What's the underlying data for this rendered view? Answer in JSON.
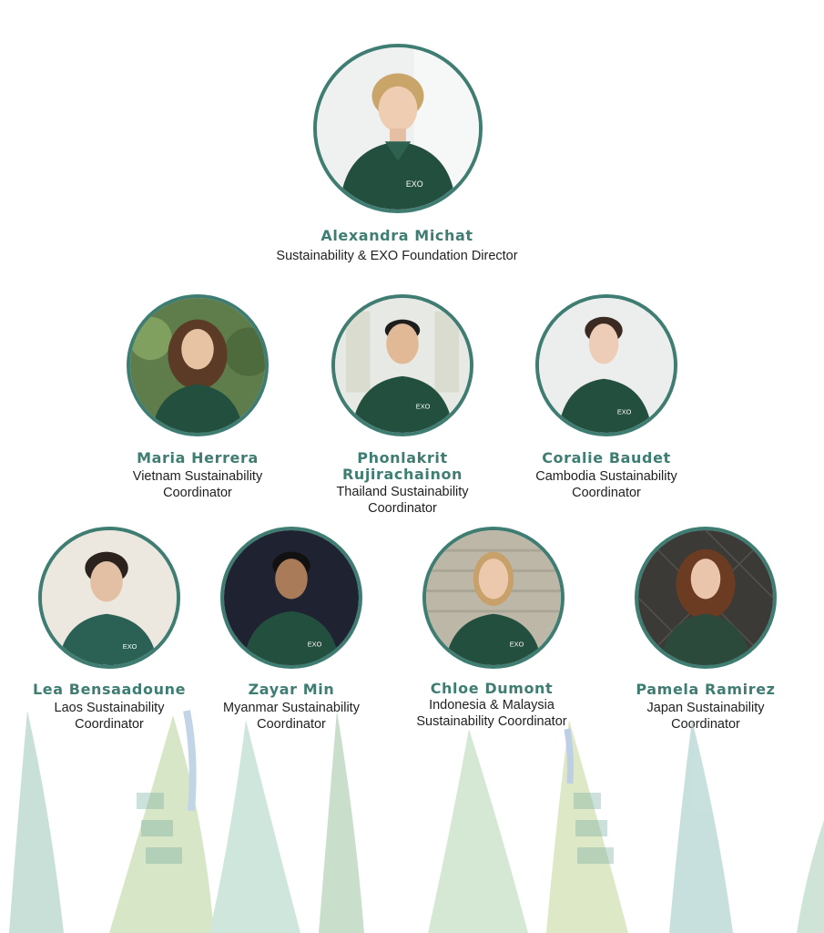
{
  "team": {
    "director": {
      "name": "Alexandra Michat",
      "role": "Sustainability & EXO Foundation Director"
    },
    "row2": [
      {
        "name": "Maria Herrera",
        "role_line1": "Vietnam Sustainability",
        "role_line2": "Coordinator"
      },
      {
        "name_line1": "Phonlakrit",
        "name_line2": "Rujirachainon",
        "role_line1": "Thailand Sustainability",
        "role_line2": "Coordinator"
      },
      {
        "name": "Coralie Baudet",
        "role_line1": "Cambodia Sustainability",
        "role_line2": "Coordinator"
      }
    ],
    "row3": [
      {
        "name": "Lea Bensaadoune",
        "role_line1": "Laos Sustainability",
        "role_line2": "Coordinator"
      },
      {
        "name": "Zayar Min",
        "role_line1": "Myanmar Sustainability",
        "role_line2": "Coordinator"
      },
      {
        "name": "Chloe Dumont",
        "role_line1": "Indonesia & Malaysia",
        "role_line2": "Sustainability Coordinator"
      },
      {
        "name": "Pamela Ramirez",
        "role_line1": "Japan Sustainability",
        "role_line2": "Coordinator"
      }
    ],
    "shirt_logo": "EXO"
  },
  "colors": {
    "accent": "#3f7d73",
    "shirt": "#234f3f",
    "text": "#1f1f1f",
    "background": "#ffffff"
  }
}
